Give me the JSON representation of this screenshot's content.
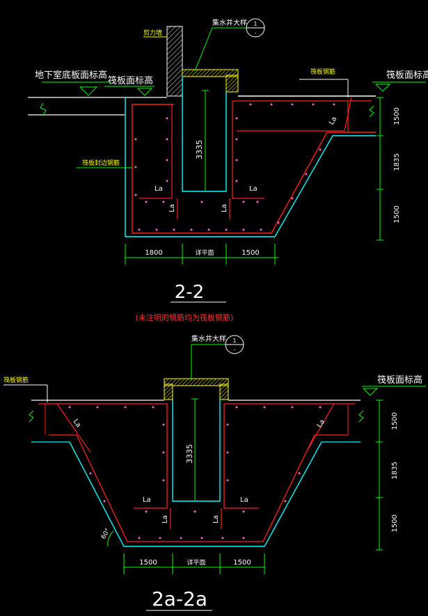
{
  "section1": {
    "shear_wall": "剪力墙",
    "sump_ref": "集水井大样",
    "detail_no": "1",
    "detail_dash": "-",
    "basement_slab": "地下室底板面标高",
    "raft_top_left": "筏板面标高",
    "raft_top_right": "筏板面标高",
    "raft_rebar": "筏板钢筋",
    "raft_rebar_ext": "筏板封边钢筋",
    "depth": "3335",
    "la": "La",
    "dim_bottom": [
      "1800",
      "详平面",
      "1500"
    ],
    "dim_right": [
      "1500",
      "1835",
      "1500"
    ],
    "title": "2-2",
    "note": "(未注明的钢筋均为筏板钢筋)"
  },
  "section2": {
    "sump_ref": "集水井大样",
    "detail_no": "1",
    "detail_dash": "-",
    "raft_rebar": "筏板钢筋",
    "raft_top": "筏板面标高",
    "depth": "3335",
    "la": "La",
    "angle": "60°",
    "dim_bottom": [
      "1500",
      "详平面",
      "1500"
    ],
    "dim_right": [
      "1500",
      "1835",
      "1500"
    ],
    "title": "2a-2a"
  },
  "colors": {
    "background": "#000000",
    "white": "#ffffff",
    "rebar": "#ff2020",
    "concrete": "#00ffff",
    "dimension": "#00ff00",
    "annotation": "#ffff00",
    "note": "#ff3333",
    "dots": "#ff66cc"
  }
}
